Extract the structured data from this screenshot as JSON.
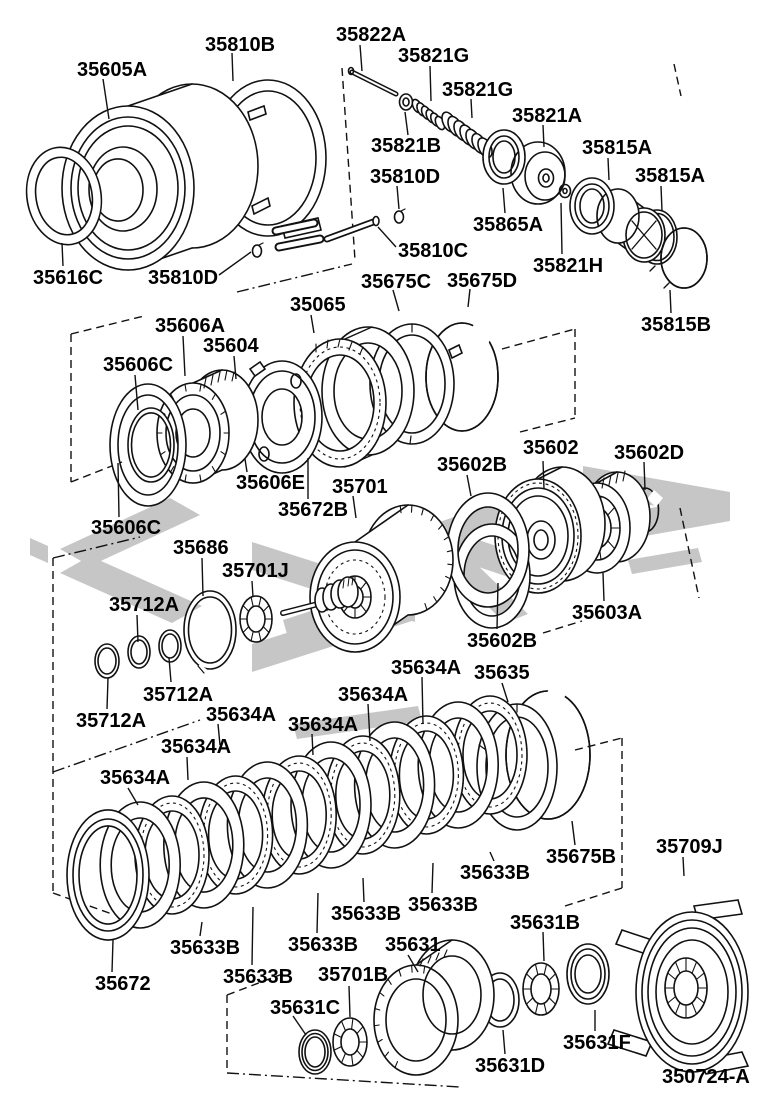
{
  "diagram": {
    "type": "exploded-parts-diagram",
    "description": "Transmission clutch drum, brake band and planetary gear exploded parts view",
    "diagram_code": "350724-A",
    "part_labels": [
      "35605A",
      "35810B",
      "35822A",
      "35821G",
      "35821G",
      "35821A",
      "35815A",
      "35815A",
      "35821B",
      "35810D",
      "35865A",
      "35810C",
      "35821H",
      "35815B",
      "35616C",
      "35810D",
      "35675C",
      "35675D",
      "35065",
      "35606A",
      "35604",
      "35606C",
      "35602",
      "35602D",
      "35602B",
      "35606E",
      "35701",
      "35672B",
      "35606C",
      "35686",
      "35701J",
      "35712A",
      "35603A",
      "35602B",
      "35634A",
      "35635",
      "35634A",
      "35712A",
      "35634A",
      "35712A",
      "35634A",
      "35634A",
      "35634A",
      "35675B",
      "35709J",
      "35633B",
      "35633B",
      "35633B",
      "35631B",
      "35633B",
      "35631",
      "35633B",
      "35633B",
      "35701B",
      "35672",
      "35631C",
      "35631F",
      "35631D"
    ]
  }
}
